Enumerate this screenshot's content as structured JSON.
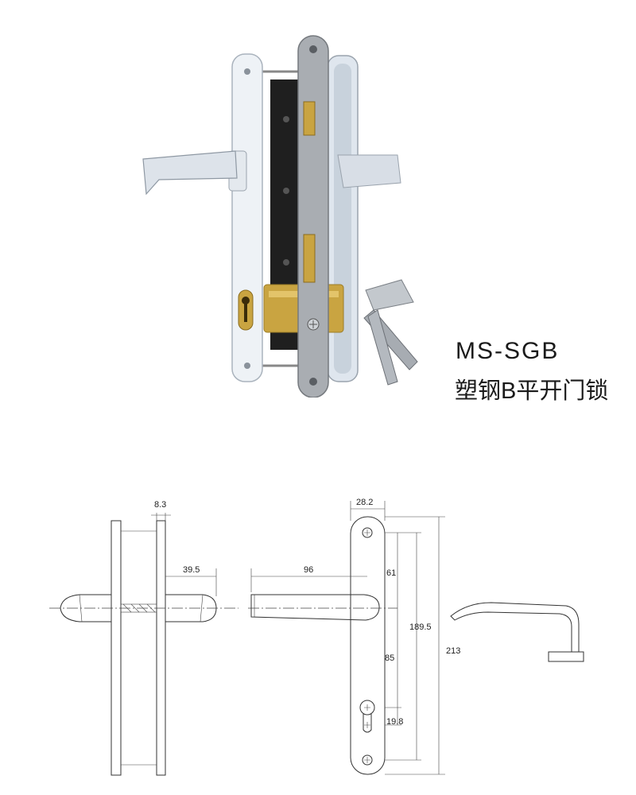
{
  "product": {
    "model": "MS-SGB",
    "description": "塑钢B平开门锁"
  },
  "drawing": {
    "dimensions": {
      "plate_thickness": "8.3",
      "handle_projection": "39.5",
      "handle_length": "96",
      "plate_width": "28.2",
      "spindle_offset": "61",
      "backset_spacing": "85",
      "hole_spacing": "189.5",
      "plate_height": "213",
      "cylinder_offset": "19.8"
    }
  },
  "colors": {
    "line": "#333333",
    "plate": "#e9ecef",
    "brass": "#c9a441",
    "forend": "#a9adb2",
    "case": "#202020"
  }
}
